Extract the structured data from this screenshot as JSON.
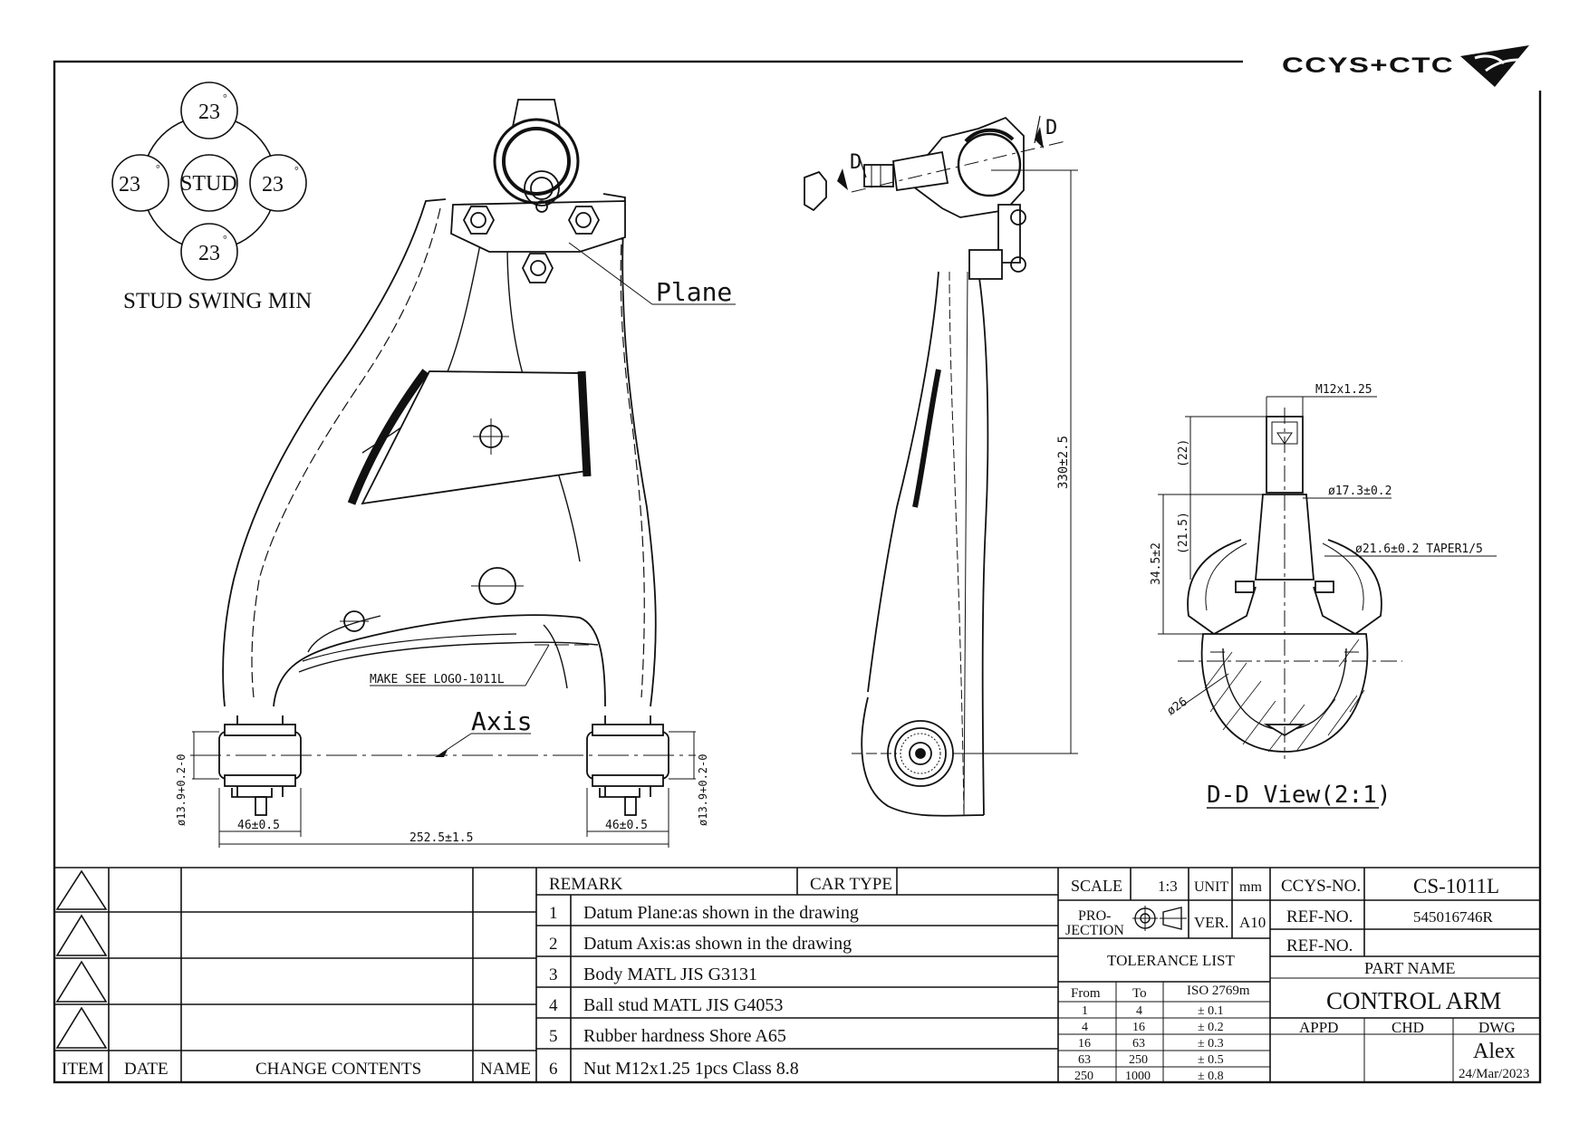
{
  "logo_text": "CCYS+CTC",
  "stud_swing": {
    "center_label": "STUD",
    "top": "23",
    "left": "23",
    "right": "23",
    "bottom": "23",
    "caption": "STUD SWING MIN"
  },
  "callouts": {
    "plane": "Plane",
    "axis": "Axis",
    "logo_note": "MAKE SEE LOGO-1011L",
    "section_left": "D",
    "section_right": "D"
  },
  "dimensions": {
    "bush_width_left": "46±0.5",
    "bush_width_right": "46±0.5",
    "span": "252.5±1.5",
    "bush_dia_left": "ø13.9+0.2-0",
    "bush_dia_right": "ø13.9+0.2-0",
    "length": "330±2.5",
    "thread": "M12x1.25",
    "stud_dia": "ø17.3±0.2",
    "taper": "ø21.6±0.2 TAPER1/5",
    "h22": "(22)",
    "h215": "(21.5)",
    "h345": "34.5±2",
    "ball": "ø26"
  },
  "view_title": "D-D View(2:1)",
  "revision_table": {
    "headers": {
      "item": "ITEM",
      "date": "DATE",
      "contents": "CHANGE CONTENTS",
      "name": "NAME"
    }
  },
  "remarks": {
    "header": "REMARK",
    "car_type_label": "CAR TYPE",
    "car_type_value": "",
    "rows": [
      {
        "no": "1",
        "text": "Datum Plane:as shown in the drawing"
      },
      {
        "no": "2",
        "text": "Datum Axis:as shown in the drawing"
      },
      {
        "no": "3",
        "text": "Body MATL JIS G3131"
      },
      {
        "no": "4",
        "text": "Ball stud MATL JIS G4053"
      },
      {
        "no": "5",
        "text": "Rubber hardness Shore A65"
      },
      {
        "no": "6",
        "text": "Nut M12x1.25 1pcs Class 8.8"
      }
    ]
  },
  "scale_block": {
    "scale_label": "SCALE",
    "scale_value": "1:3",
    "unit_label": "UNIT",
    "unit_value": "mm",
    "projection_label_1": "PRO-",
    "projection_label_2": "JECTION",
    "ver_label": "VER.",
    "ver_value": "A10"
  },
  "tolerance": {
    "title": "TOLERANCE LIST",
    "headers": {
      "from": "From",
      "to": "To",
      "std": "ISO 2769m"
    },
    "rows": [
      {
        "from": "1",
        "to": "4",
        "tol": "± 0.1"
      },
      {
        "from": "4",
        "to": "16",
        "tol": "± 0.2"
      },
      {
        "from": "16",
        "to": "63",
        "tol": "± 0.3"
      },
      {
        "from": "63",
        "to": "250",
        "tol": "± 0.5"
      },
      {
        "from": "250",
        "to": "1000",
        "tol": "± 0.8"
      }
    ]
  },
  "title_block": {
    "ccys_no_label": "CCYS-NO.",
    "ccys_no_value": "CS-1011L",
    "ref_no_label": "REF-NO.",
    "ref_no_value": "545016746R",
    "ref_no2_label": "REF-NO.",
    "ref_no2_value": "",
    "part_name_label": "PART NAME",
    "part_name_value": "CONTROL ARM",
    "appd_label": "APPD",
    "chd_label": "CHD",
    "dwg_label": "DWG",
    "dwg_value": "Alex",
    "date_value": "24/Mar/2023"
  }
}
